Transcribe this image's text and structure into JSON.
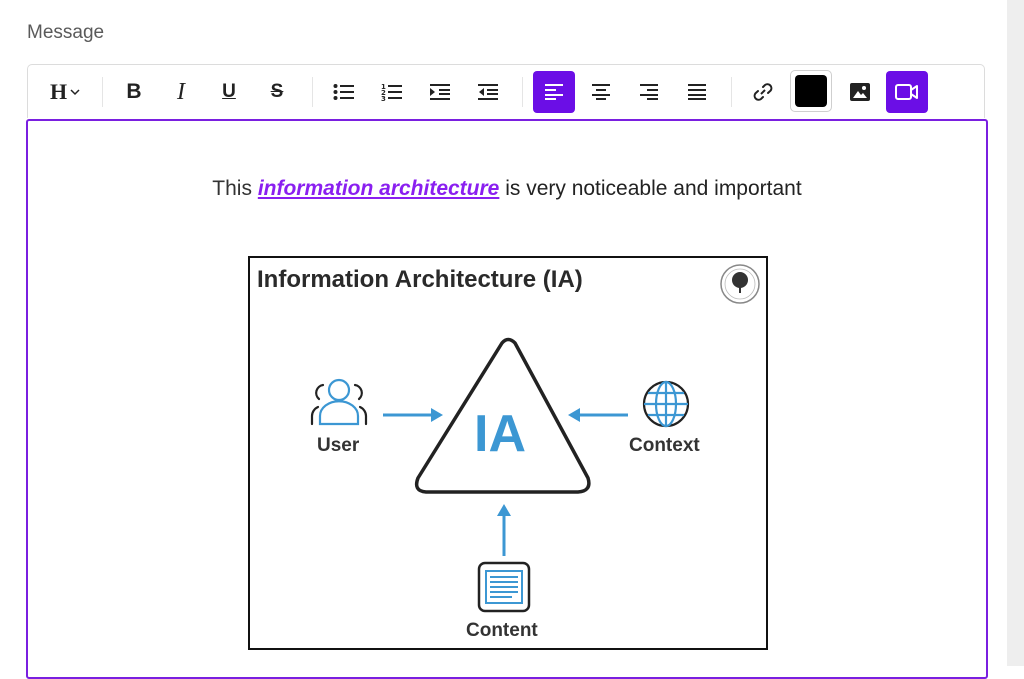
{
  "form": {
    "label": "Message"
  },
  "toolbar": {
    "heading_label": "H",
    "active_color": "#6b0ee6",
    "text_color": "#000000",
    "buttons": [
      "heading-dropdown",
      "bold",
      "italic",
      "underline",
      "strikethrough",
      "bullet-list",
      "numbered-list",
      "indent",
      "outdent",
      "align-left",
      "align-center",
      "align-right",
      "align-justify",
      "link",
      "text-color",
      "image",
      "video"
    ],
    "active": [
      "align-left",
      "video"
    ]
  },
  "editor": {
    "text_before": "This ",
    "link_text": "information architecture",
    "text_after": " is very noticeable and important",
    "link_color": "#8a1ff0",
    "border_color": "#7a1fe0"
  },
  "figure": {
    "title": "Information Architecture (IA)",
    "center_label": "IA",
    "user_label": "User",
    "context_label": "Context",
    "content_label": "Content",
    "accent_color": "#3c97d3",
    "logo_icon": "tree-logo-icon"
  }
}
